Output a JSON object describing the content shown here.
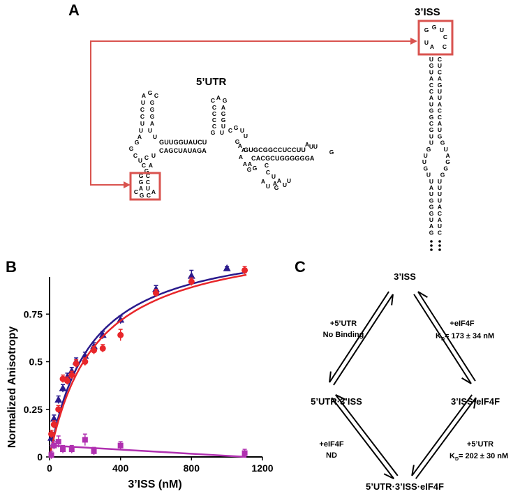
{
  "panelA": {
    "letter": "A",
    "title_3iss": "3’ISS",
    "title_5utr": "5’UTR",
    "loop_3iss": [
      "G",
      "G",
      "U",
      "C",
      "U",
      "C",
      "A"
    ],
    "stem_3iss_left": [
      "U",
      "G",
      "U",
      "A",
      "C",
      "C",
      "A",
      "U",
      "G",
      "G",
      "C",
      "G",
      "U",
      "U",
      "G",
      "U",
      "U",
      "G",
      "U",
      "U",
      "A",
      "U",
      "G",
      "G",
      "G",
      "U",
      "A",
      "G"
    ],
    "stem_3iss_right": [
      "C",
      "U",
      "C",
      "A",
      "G",
      "U",
      "U",
      "A",
      "C",
      "C",
      "A",
      "U",
      "G",
      "G",
      "U",
      "A",
      "G",
      "G",
      "G",
      "U",
      "U",
      "U",
      "U",
      "A",
      "C",
      "A",
      "U",
      "C"
    ],
    "utr_loop_residues": [
      "A",
      "G",
      "C",
      "U",
      "G",
      "C",
      "G",
      "C",
      "G",
      "U",
      "A",
      "U",
      "U",
      "A",
      "G",
      "U",
      "G",
      "C",
      "U",
      "C",
      "U",
      "C",
      "A",
      "G"
    ],
    "utr_line1": "GUUGGUAUCU",
    "utr_line2": "CAGCUAUAGA",
    "utr_hp2": [
      "C",
      "A",
      "G",
      "C",
      "A",
      "C",
      "G",
      "C",
      "G",
      "C",
      "U",
      "G",
      "U",
      "C",
      "G",
      "U"
    ],
    "utr_tail_top": "GUGCGGCCUCCUU",
    "utr_tail_bottom": "CACGCUGGGGGGA",
    "utr_extra": [
      "U",
      "G",
      "A",
      "G",
      "A",
      "A",
      "A",
      "A",
      "G",
      "G",
      "C",
      "C",
      "U",
      "A",
      "A",
      "A",
      "U",
      "G",
      "U",
      "U",
      "A",
      "U",
      "U"
    ],
    "utr_box_residues": [
      "G",
      "C",
      "G",
      "C",
      "A",
      "U",
      "C",
      "G",
      "C",
      "A"
    ]
  },
  "panelB": {
    "letter": "B"
  },
  "chart_data": {
    "type": "scatter",
    "xlabel": "3’ISS (nM)",
    "ylabel": "Normalized Anisotropy",
    "xlim": [
      0,
      1200
    ],
    "ylim": [
      0,
      1.0
    ],
    "xticks": [
      "0",
      "400",
      "800",
      "1200"
    ],
    "yticks": [
      "0",
      "0.25",
      "0.5",
      "0.75"
    ],
    "series": [
      {
        "color": "#2a1a8c",
        "marker": "triangle",
        "x": [
          10,
          25,
          50,
          75,
          100,
          125,
          150,
          200,
          250,
          300,
          400,
          600,
          800,
          1000
        ],
        "y": [
          0.1,
          0.2,
          0.3,
          0.36,
          0.42,
          0.45,
          0.5,
          0.53,
          0.58,
          0.64,
          0.72,
          0.88,
          0.95,
          0.99
        ],
        "err": [
          0.02,
          0.02,
          0.02,
          0.02,
          0.02,
          0.02,
          0.02,
          0.02,
          0.02,
          0.02,
          0.02,
          0.02,
          0.03,
          0.01
        ],
        "fit": {
          "max": 1.17,
          "kd": 230
        }
      },
      {
        "color": "#e8262a",
        "marker": "circle",
        "x": [
          10,
          25,
          50,
          75,
          100,
          125,
          150,
          200,
          250,
          300,
          400,
          600,
          800,
          1100
        ],
        "y": [
          0.12,
          0.17,
          0.25,
          0.41,
          0.4,
          0.43,
          0.49,
          0.5,
          0.56,
          0.57,
          0.64,
          0.86,
          0.92,
          0.98
        ],
        "err": [
          0.02,
          0.02,
          0.02,
          0.02,
          0.02,
          0.02,
          0.02,
          0.02,
          0.02,
          0.02,
          0.03,
          0.02,
          0.02,
          0.02
        ],
        "fit": {
          "max": 1.18,
          "kd": 260
        }
      },
      {
        "color": "#b030b0",
        "marker": "square",
        "x": [
          10,
          25,
          50,
          75,
          125,
          200,
          250,
          400,
          1100
        ],
        "y": [
          0.01,
          0.06,
          0.08,
          0.04,
          0.04,
          0.09,
          0.03,
          0.06,
          0.02
        ],
        "err": [
          0.02,
          0.02,
          0.03,
          0.02,
          0.02,
          0.03,
          0.02,
          0.02,
          0.02
        ],
        "line": {
          "y0": 0.06,
          "y1": 0.0
        }
      }
    ]
  },
  "panelC": {
    "letter": "C",
    "state_top": "3’ISS",
    "state_left": "5’UTR·3’ISS",
    "state_right": "3’ISS·eIF4F",
    "state_bottom": "5’UTR·3’ISS·eIF4F",
    "edge_top_left_1": "+5’UTR",
    "edge_top_left_2": "No Binding",
    "edge_top_right_1": "+eIF4F",
    "edge_top_right_2": "= 173 ± 34 nM",
    "edge_bottom_left_1": "+eIF4F",
    "edge_bottom_left_2": "ND",
    "edge_bottom_right_1": "+5’UTR",
    "edge_bottom_right_2": "= 202 ± 30 nM",
    "kd_main": "K",
    "kd_sub": "D"
  },
  "colors": {
    "red": "#e8262a",
    "box": "#d9534f",
    "blue": "#2a1a8c",
    "magenta": "#b030b0"
  }
}
